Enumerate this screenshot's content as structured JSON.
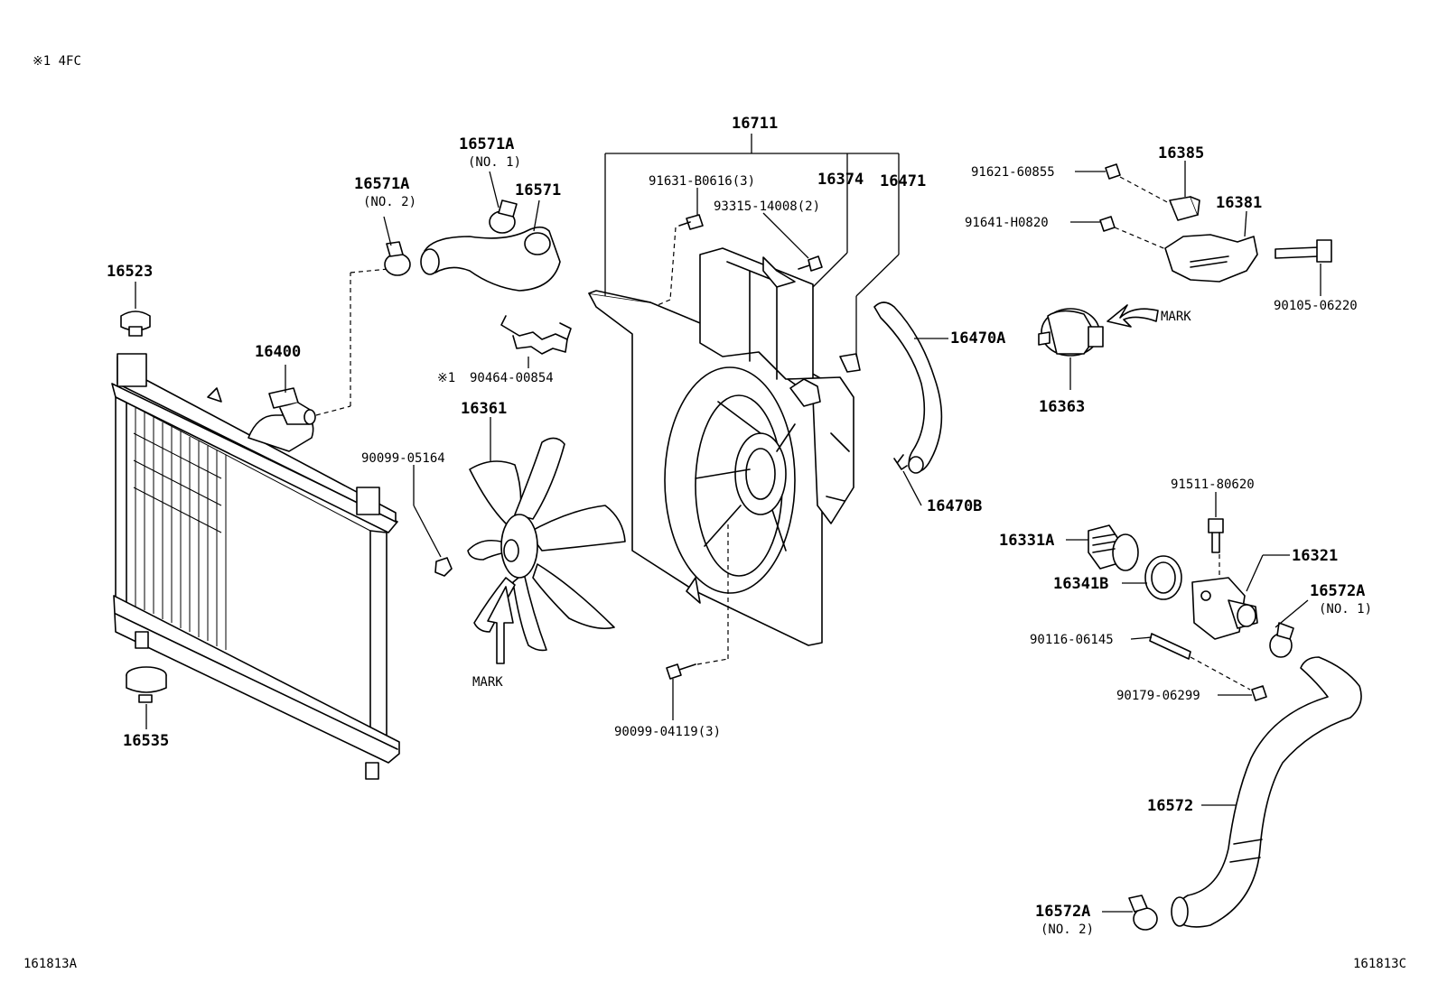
{
  "diagram": {
    "header_note": "※1 4FC",
    "footer_left": "161813A",
    "footer_right": "161813C",
    "labels": {
      "p16711": "16711",
      "p16571A_no1": "16571A",
      "p16571A_no1_sub": "(NO. 1)",
      "p16571A_no2": "16571A",
      "p16571A_no2_sub": "(NO. 2)",
      "p16571": "16571",
      "p16523": "16523",
      "p16400": "16400",
      "p90464": "90464-00854",
      "p90464_note": "※1",
      "p16361": "16361",
      "p90099_05164": "90099-05164",
      "mark_fan": "MARK",
      "p16535": "16535",
      "p91631": "91631-B0616(3)",
      "p93315": "93315-14008(2)",
      "p16374": "16374",
      "p16471": "16471",
      "p90099_04119": "90099-04119(3)",
      "p16470A": "16470A",
      "p16470B": "16470B",
      "p91621": "91621-60855",
      "p16385": "16385",
      "p91641": "91641-H0820",
      "p16381": "16381",
      "p90105": "90105-06220",
      "mark_motor": "MARK",
      "p16363": "16363",
      "p91511": "91511-80620",
      "p16331A": "16331A",
      "p16321": "16321",
      "p16341B": "16341B",
      "p16572A_no1": "16572A",
      "p16572A_no1_sub": "(NO. 1)",
      "p90116": "90116-06145",
      "p90179": "90179-06299",
      "p16572": "16572",
      "p16572A_no2": "16572A",
      "p16572A_no2_sub": "(NO. 2)"
    }
  }
}
